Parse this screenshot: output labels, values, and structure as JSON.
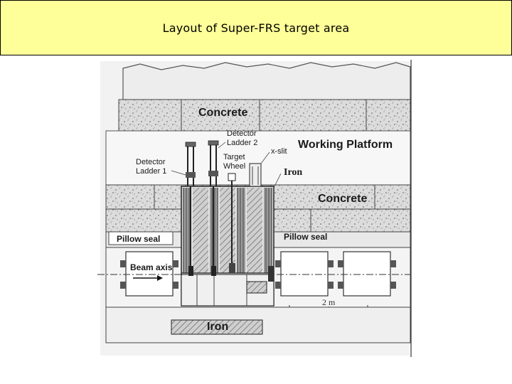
{
  "slide": {
    "title": "Layout of Super-FRS target area"
  },
  "diagram": {
    "labels": {
      "concrete_top": "Concrete",
      "detector_ladder_2_line1": "Detector",
      "detector_ladder_2_line2": "Ladder 2",
      "working_platform": "Working Platform",
      "detector_ladder_1_line1": "Detector",
      "detector_ladder_1_line2": "Ladder 1",
      "target_wheel_line1": "Target",
      "target_wheel_line2": "Wheel",
      "x_slit": "x-slit",
      "iron_upper": "Iron",
      "concrete_middle": "Concrete",
      "pillow_seal_left": "Pillow seal",
      "pillow_seal_right": "Pillow seal",
      "beam_axis": "Beam axis",
      "scale": "2 m",
      "iron_bottom": "Iron"
    },
    "colors": {
      "concrete": "#d8d8d8",
      "stone": "#a9a9a9",
      "steel": "#8a8a8a",
      "line": "#2b2b2b"
    }
  }
}
